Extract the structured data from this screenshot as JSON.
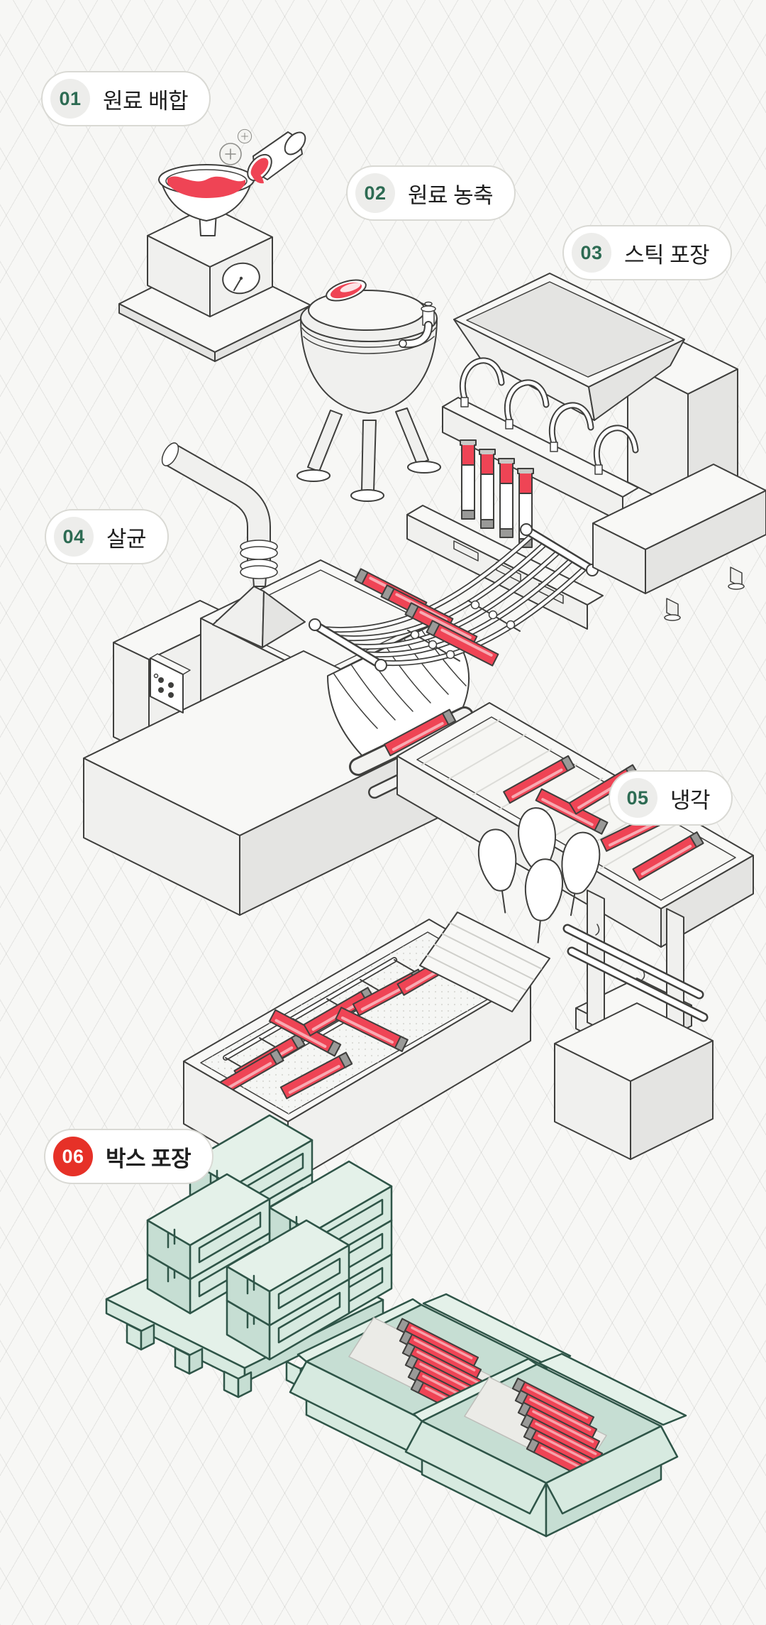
{
  "steps": [
    {
      "num": "01",
      "label": "원료 배합",
      "highlighted": false
    },
    {
      "num": "02",
      "label": "원료 농축",
      "highlighted": false
    },
    {
      "num": "03",
      "label": "스틱 포장",
      "highlighted": false
    },
    {
      "num": "04",
      "label": "살균",
      "highlighted": false
    },
    {
      "num": "05",
      "label": "냉각",
      "highlighted": false
    },
    {
      "num": "06",
      "label": "박스 포장",
      "highlighted": true
    }
  ],
  "illustrations": [
    {
      "step": "01",
      "icon": "weighing-scale-with-red-liquid-icon"
    },
    {
      "step": "02",
      "icon": "concentration-tank-icon"
    },
    {
      "step": "03",
      "icon": "stick-pouch-filling-machine-icon"
    },
    {
      "step": "04",
      "icon": "sterilizer-with-output-tray-icon"
    },
    {
      "step": "05",
      "icon": "cooling-bath-with-paddles-icon"
    },
    {
      "step": "06",
      "icon": "pallet-and-packed-boxes-icon"
    }
  ],
  "colors": {
    "background": "#f7f7f5",
    "grid_line": "rgba(125,125,120,0.16)",
    "line": "#3f3f3d",
    "machine_fill": "#f0f0ee",
    "machine_light": "#f8f8f6",
    "machine_shade": "#e4e4e2",
    "accent_red": "#ef4455",
    "gray_tip": "#9a9a98",
    "mint": "#d7eae0",
    "mint_light": "#e4f1e9",
    "mint_dark": "#c6ded3",
    "mint_line": "#2f5548",
    "pill_border": "#d9d9d4",
    "pill_bg": "#ffffff",
    "badge_bg": "#ededeb",
    "badge_num_green": "#2d6b53",
    "badge_red": "#e63128",
    "text": "#1e1e1e"
  }
}
